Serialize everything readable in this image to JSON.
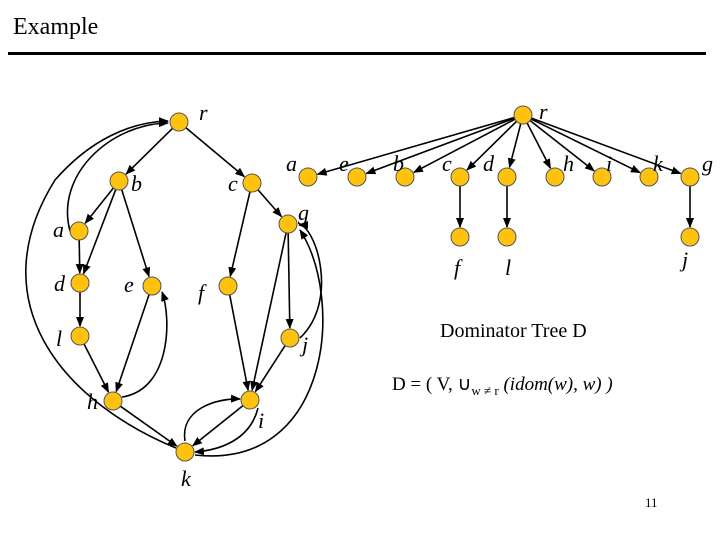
{
  "header": {
    "title": "Example"
  },
  "colors": {
    "node_fill": "#ffc20e",
    "node_stroke": "#555555",
    "edge": "#000000"
  },
  "flowgraph": {
    "nodes": [
      {
        "id": "r",
        "label": "r"
      },
      {
        "id": "b",
        "label": "b"
      },
      {
        "id": "c",
        "label": "c"
      },
      {
        "id": "a",
        "label": "a"
      },
      {
        "id": "g",
        "label": "g"
      },
      {
        "id": "d",
        "label": "d"
      },
      {
        "id": "e",
        "label": "e"
      },
      {
        "id": "f",
        "label": "f"
      },
      {
        "id": "l",
        "label": "l"
      },
      {
        "id": "j",
        "label": "j"
      },
      {
        "id": "h",
        "label": "h"
      },
      {
        "id": "i",
        "label": "i"
      },
      {
        "id": "k",
        "label": "k"
      }
    ]
  },
  "domtree": {
    "nodes": [
      {
        "id": "r",
        "label": "r"
      },
      {
        "id": "a",
        "label": "a"
      },
      {
        "id": "e",
        "label": "e"
      },
      {
        "id": "b",
        "label": "b"
      },
      {
        "id": "c",
        "label": "c"
      },
      {
        "id": "d",
        "label": "d"
      },
      {
        "id": "h",
        "label": "h"
      },
      {
        "id": "i",
        "label": "i"
      },
      {
        "id": "k",
        "label": "k"
      },
      {
        "id": "g",
        "label": "g"
      },
      {
        "id": "f",
        "label": "f"
      },
      {
        "id": "l",
        "label": "l"
      },
      {
        "id": "j",
        "label": "j"
      }
    ],
    "caption": "Dominator Tree  D"
  },
  "formula": "D = ( V,  ∪",
  "formula_sub": "w ≠ r",
  "formula_rest": " (idom(w), w) )",
  "page_number": "11"
}
